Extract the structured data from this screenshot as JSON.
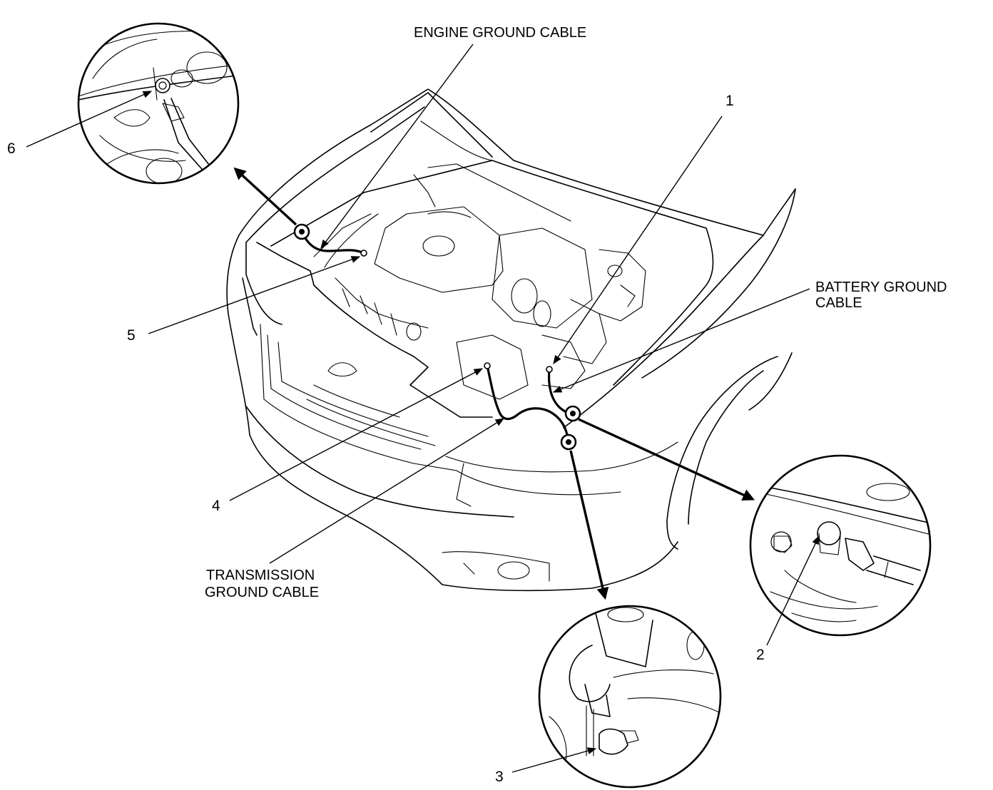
{
  "labels": {
    "engine_ground_cable": "ENGINE GROUND CABLE",
    "battery_ground_cable_line1": "BATTERY GROUND",
    "battery_ground_cable_line2": "CABLE",
    "transmission_ground_cable_line1": "TRANSMISSION",
    "transmission_ground_cable_line2": "GROUND CABLE"
  },
  "callouts": {
    "n1": "1",
    "n2": "2",
    "n3": "3",
    "n4": "4",
    "n5": "5",
    "n6": "6"
  }
}
